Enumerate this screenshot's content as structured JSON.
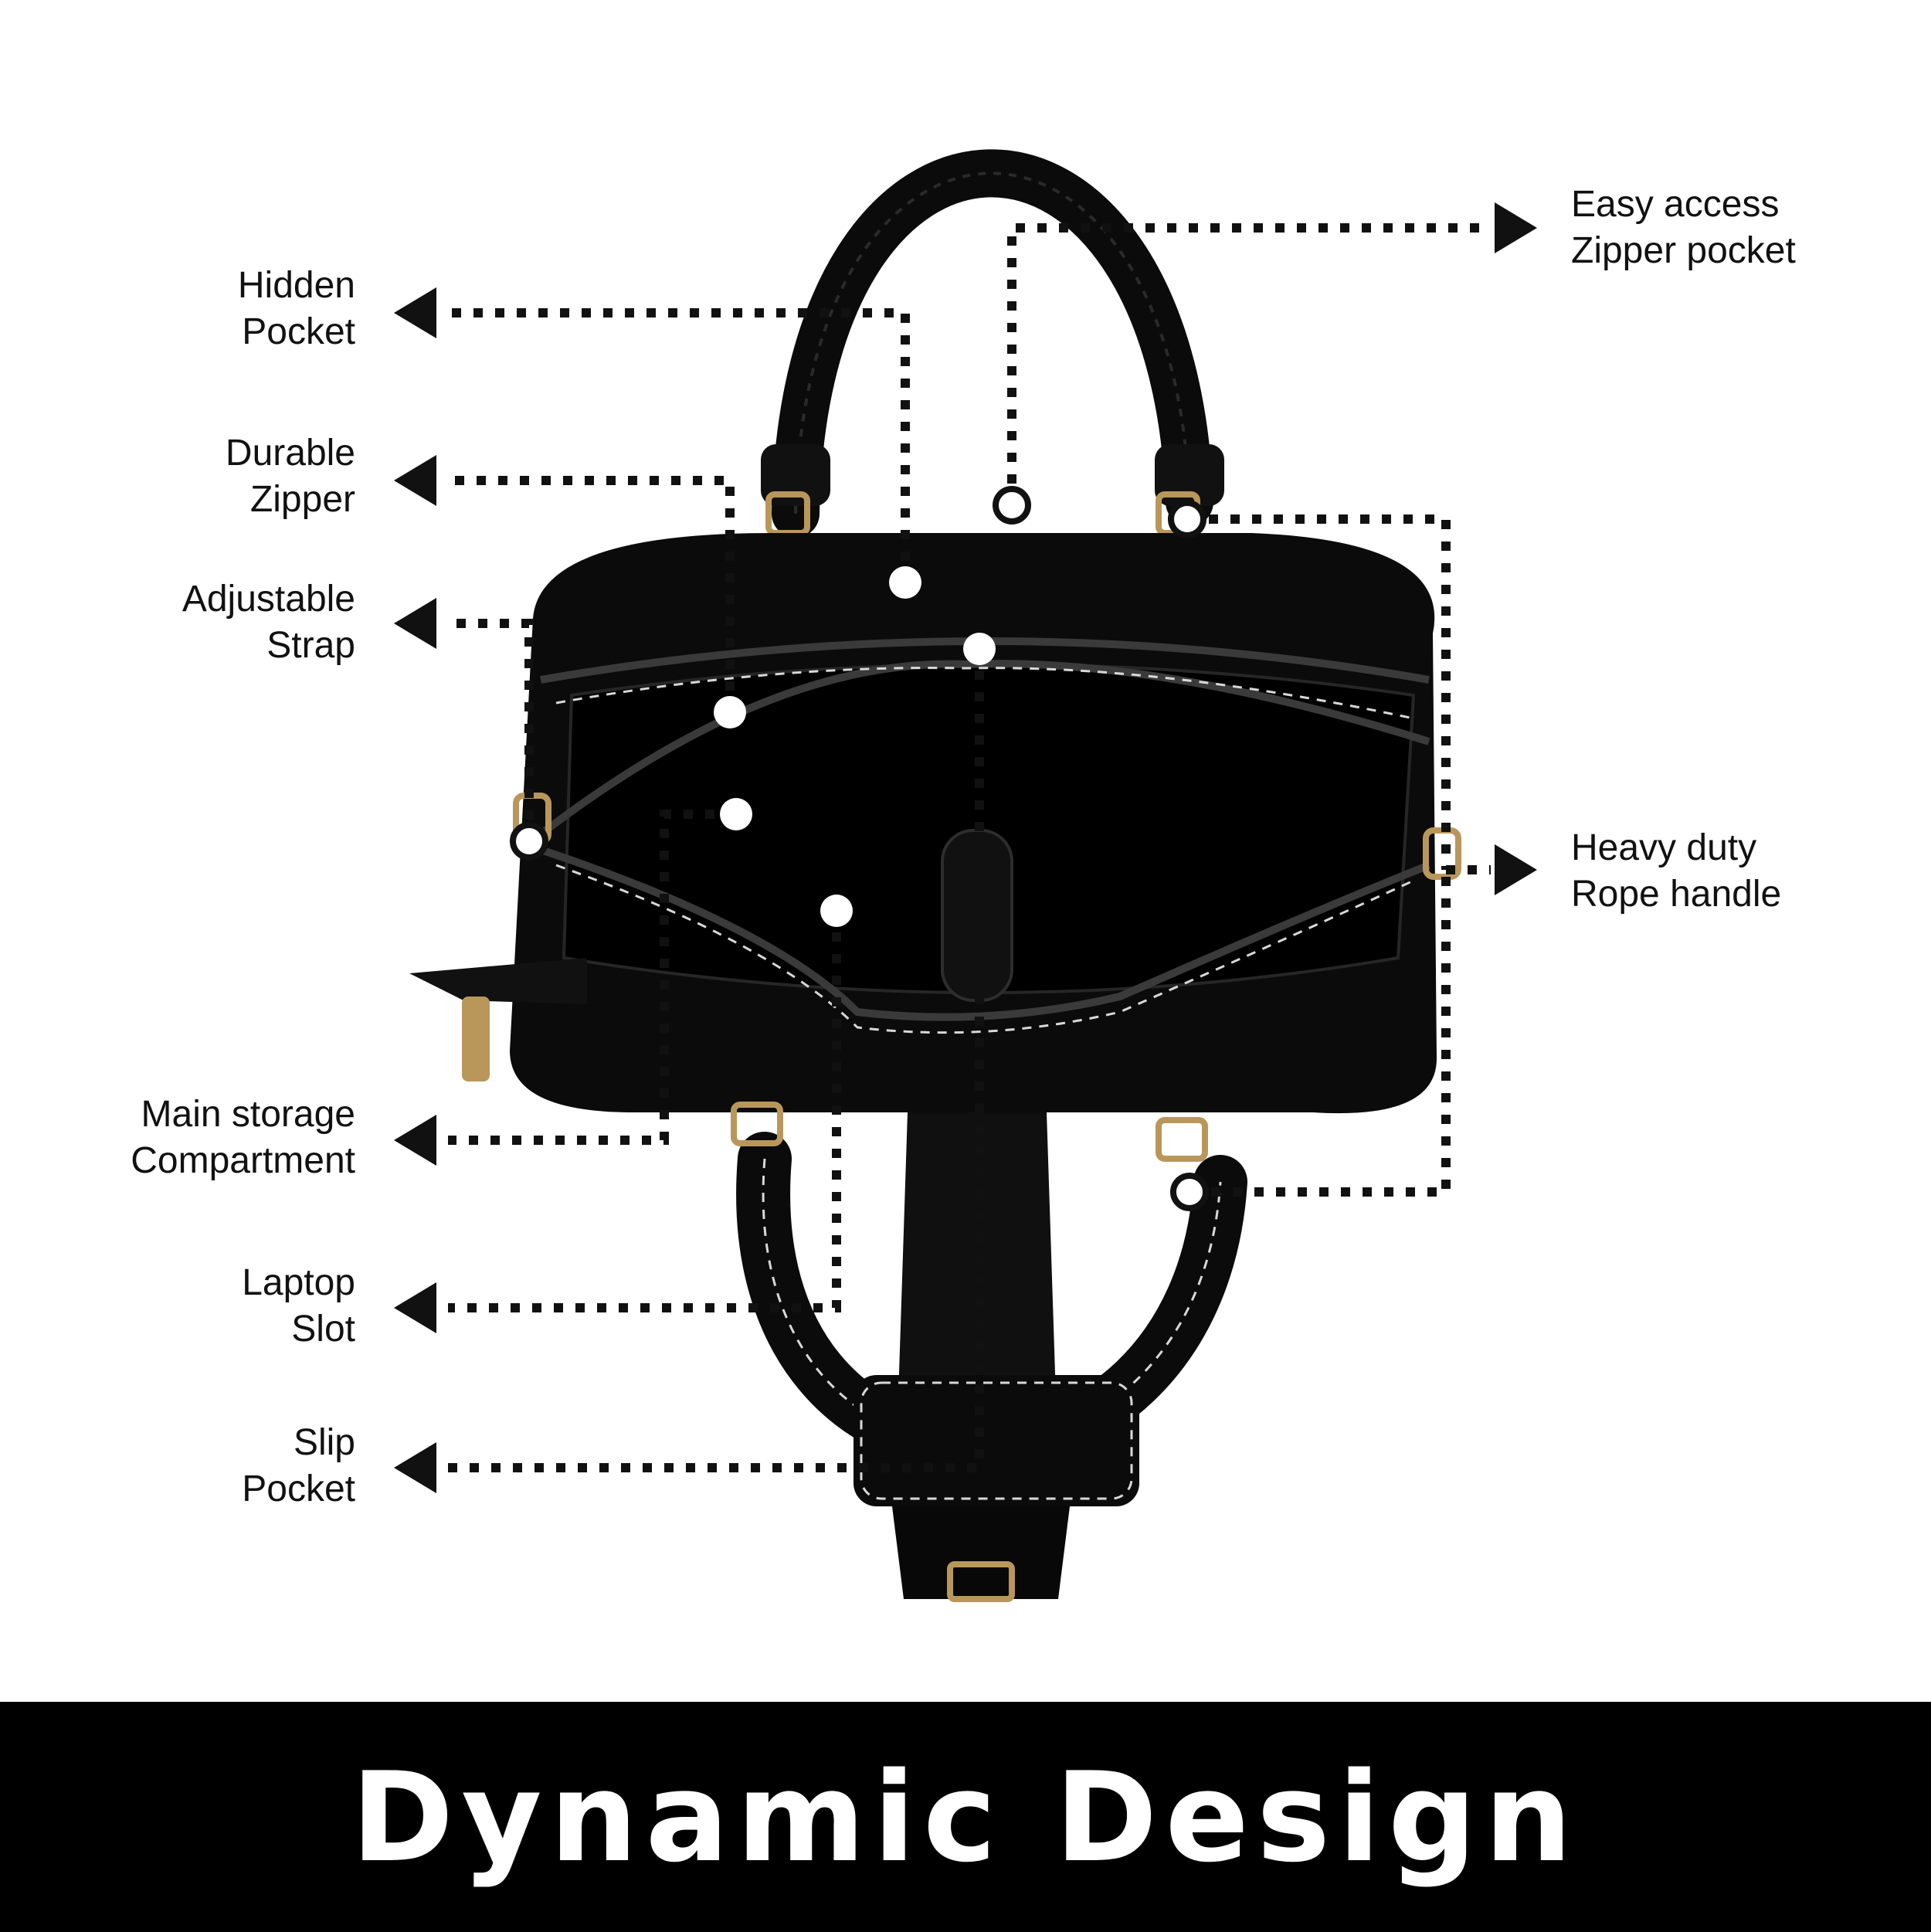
{
  "colors": {
    "background": "#ffffff",
    "leader": "#111111",
    "bag": "#0b0b0b",
    "hardware": "#b9975b",
    "stitching": "#d8d8d8",
    "banner": "#000000",
    "banner_text": "#ffffff"
  },
  "callouts": {
    "hidden_pocket": [
      "Hidden",
      "Pocket"
    ],
    "durable_zipper": [
      "Durable",
      "Zipper"
    ],
    "adjustable_strap": [
      "Adjustable",
      "Strap"
    ],
    "main_storage": [
      "Main storage",
      "Compartment"
    ],
    "laptop_slot": [
      "Laptop",
      "Slot"
    ],
    "slip_pocket": [
      "Slip",
      "Pocket"
    ],
    "easy_access": [
      "Easy access",
      "Zipper pocket"
    ],
    "rope_handle": [
      "Heavy duty",
      "Rope handle"
    ]
  },
  "banner": {
    "title": "Dynamic Design"
  }
}
